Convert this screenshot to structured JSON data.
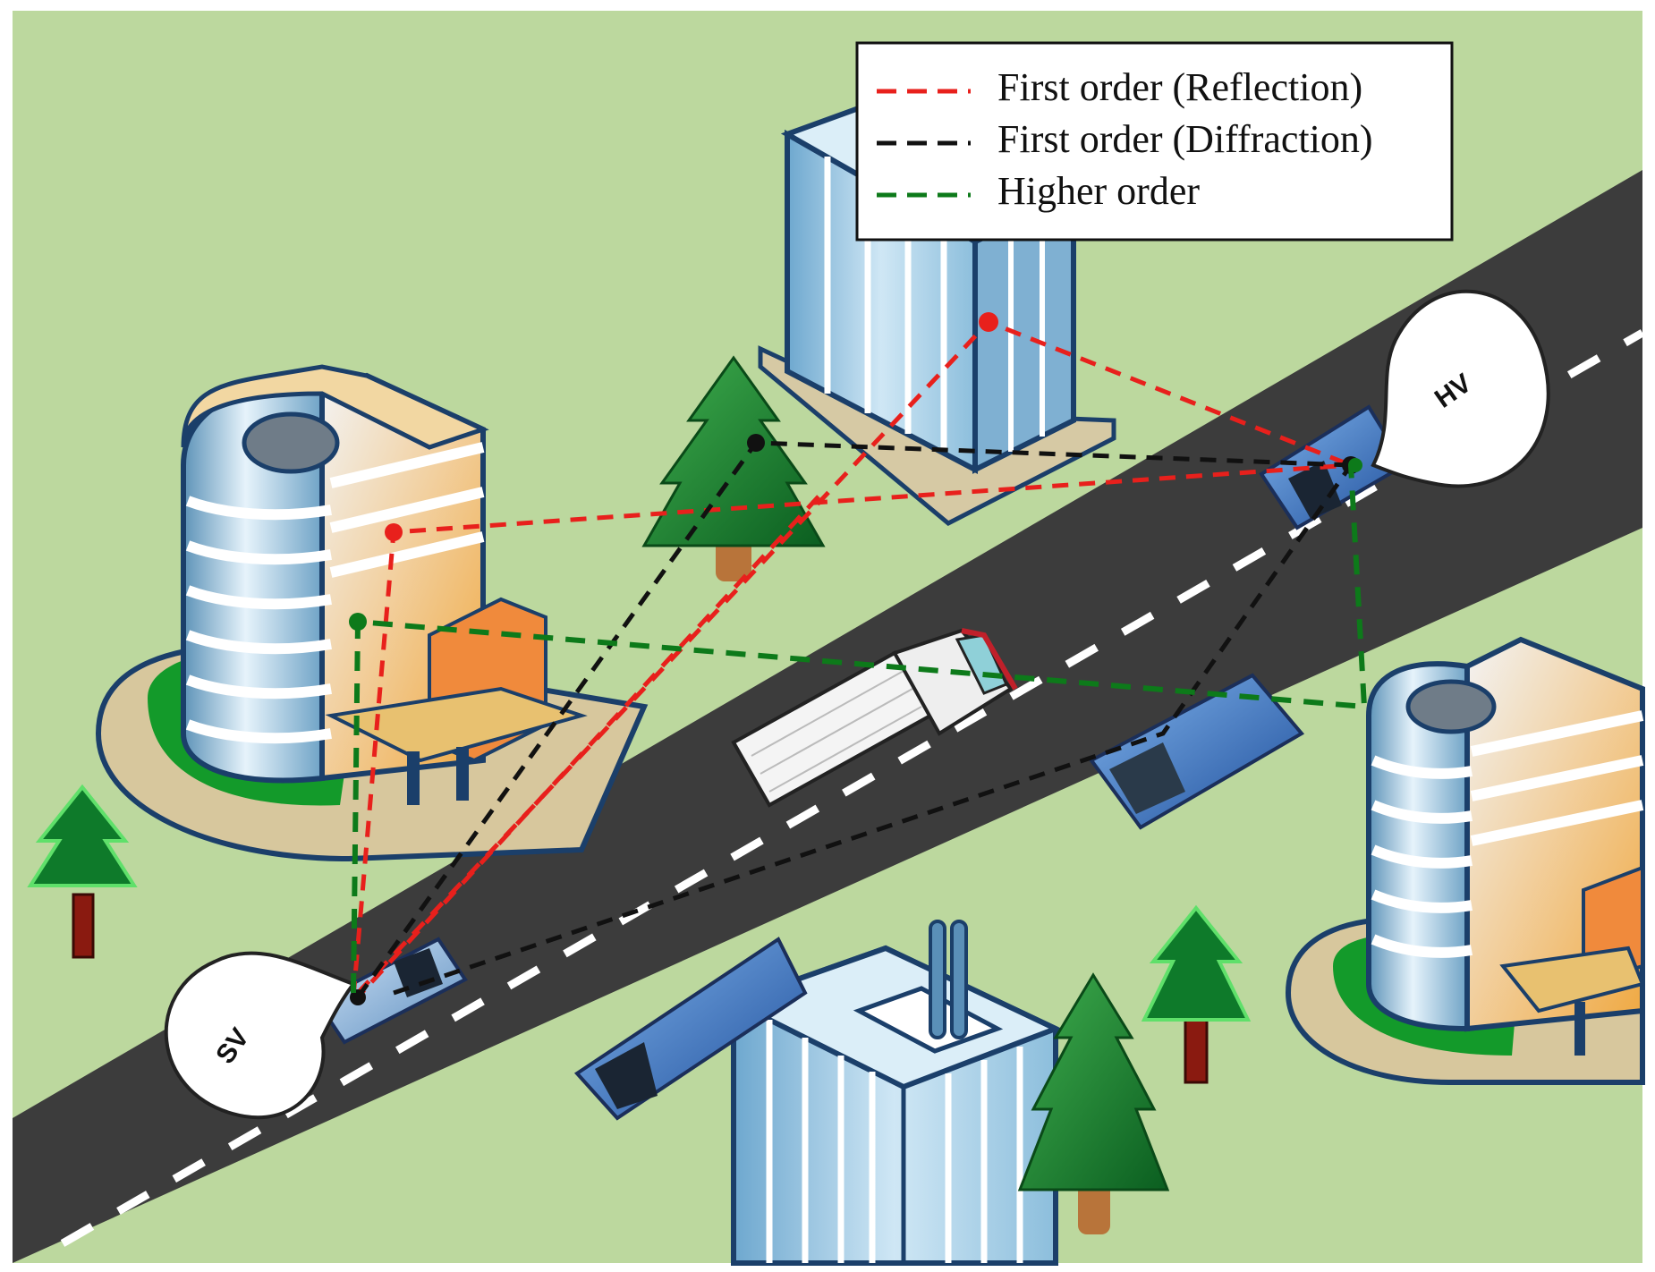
{
  "legend": {
    "items": [
      {
        "label": "First order (Reflection)",
        "color": "#e8201c"
      },
      {
        "label": "First order (Diffraction)",
        "color": "#111111"
      },
      {
        "label": "Higher order",
        "color": "#0d7a1a"
      }
    ]
  },
  "vehicles": {
    "source": {
      "label": "SV"
    },
    "host": {
      "label": "HV"
    }
  },
  "colors": {
    "ground": "#bcd89e",
    "road": "#3c3c3c",
    "lane_marking": "#ffffff",
    "building_glass": "#9fcbe3",
    "tree": "#0e7a2a"
  }
}
